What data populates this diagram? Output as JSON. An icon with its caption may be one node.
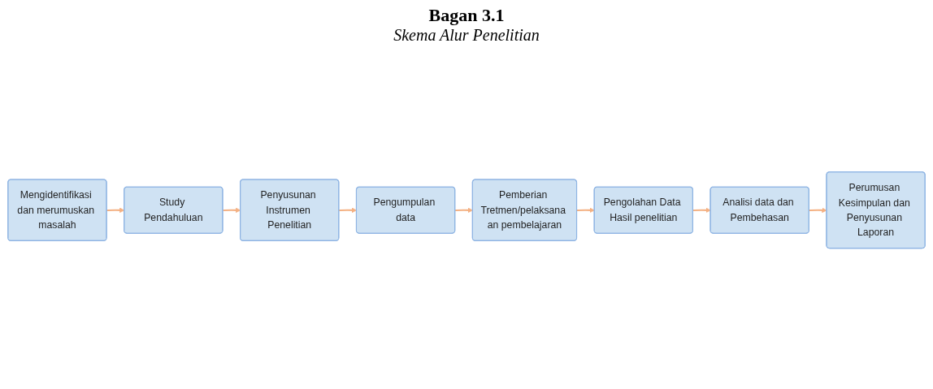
{
  "diagram": {
    "title": "Bagan 3.1",
    "caption": "Skema Alur Penelitian",
    "nodes": [
      {
        "text": [
          "Mengidentifikasi dan merumuskan masalah"
        ]
      },
      {
        "text": [
          "Study Pendahuluan"
        ]
      },
      {
        "text": [
          "Penyusunan Instrumen Penelitian"
        ]
      },
      {
        "text": [
          "Pengumpulan data"
        ]
      },
      {
        "text": [
          "Pemberian Tretmen/pelaksana an pembelajaran"
        ]
      },
      {
        "text": [
          "Pengolahan Data Hasil penelitian"
        ]
      },
      {
        "text": [
          "Analisi data dan Pembehasan"
        ]
      },
      {
        "text": [
          "Perumusan Kesimpulan dan Penyusunan Laporan"
        ]
      }
    ],
    "edges": [
      {
        "from": 0,
        "to": 1,
        "arrow": "to"
      },
      {
        "from": 1,
        "to": 2,
        "arrow": "to"
      },
      {
        "from": 2,
        "to": 3,
        "arrow": "to"
      },
      {
        "from": 3,
        "to": 4,
        "arrow": "to"
      },
      {
        "from": 4,
        "to": 5,
        "arrow": "to"
      },
      {
        "from": 5,
        "to": 6,
        "arrow": "to"
      },
      {
        "from": 6,
        "to": 7,
        "arrow": "to"
      }
    ]
  }
}
